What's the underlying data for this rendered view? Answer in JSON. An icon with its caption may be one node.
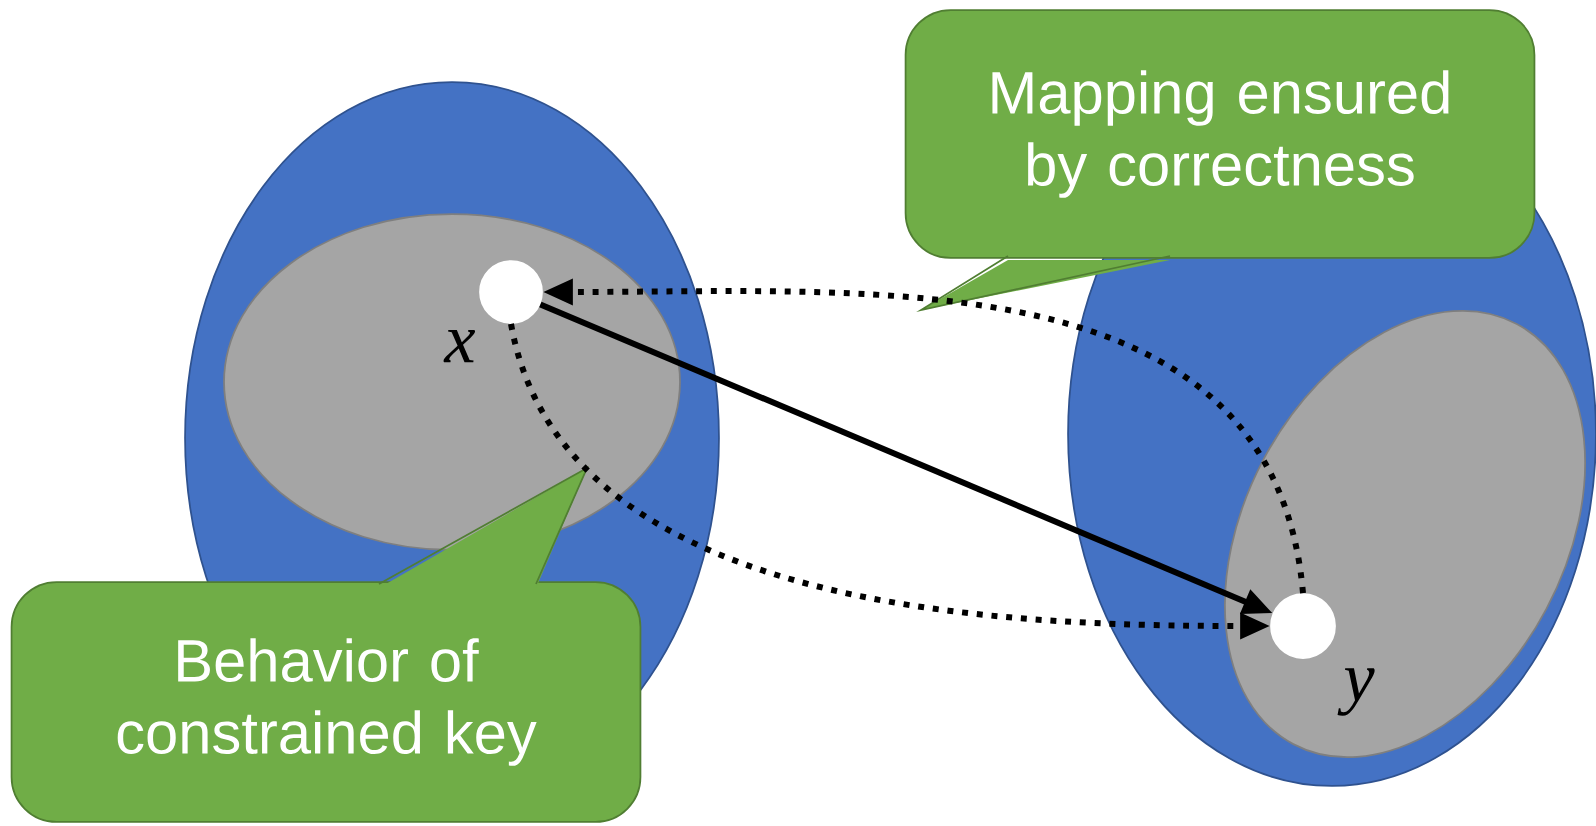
{
  "diagram": {
    "nodes": [
      {
        "text": [],
        "shape": "ellipse"
      },
      {
        "text": [],
        "shape": "ellipse",
        "in": 0
      },
      {
        "text": [],
        "shape": "circle",
        "in": 1,
        "beside": [
          "x"
        ]
      },
      {
        "text": [],
        "shape": "ellipse"
      },
      {
        "text": [],
        "shape": "ellipse",
        "in": 3
      },
      {
        "text": [],
        "shape": "circle",
        "in": 4,
        "beside": [
          "y"
        ]
      },
      {
        "text": [
          "Mapping ensured by correctness"
        ]
      },
      {
        "text": [
          "Behavior of constrained key"
        ]
      }
    ],
    "edges": [
      {
        "from": 2,
        "to": 5,
        "arrow": "to"
      },
      {
        "from": 5,
        "to": 2,
        "arrow": "to",
        "style": "dashed"
      },
      {
        "from": 2,
        "to": 5,
        "arrow": "to",
        "style": "dashed"
      }
    ]
  }
}
